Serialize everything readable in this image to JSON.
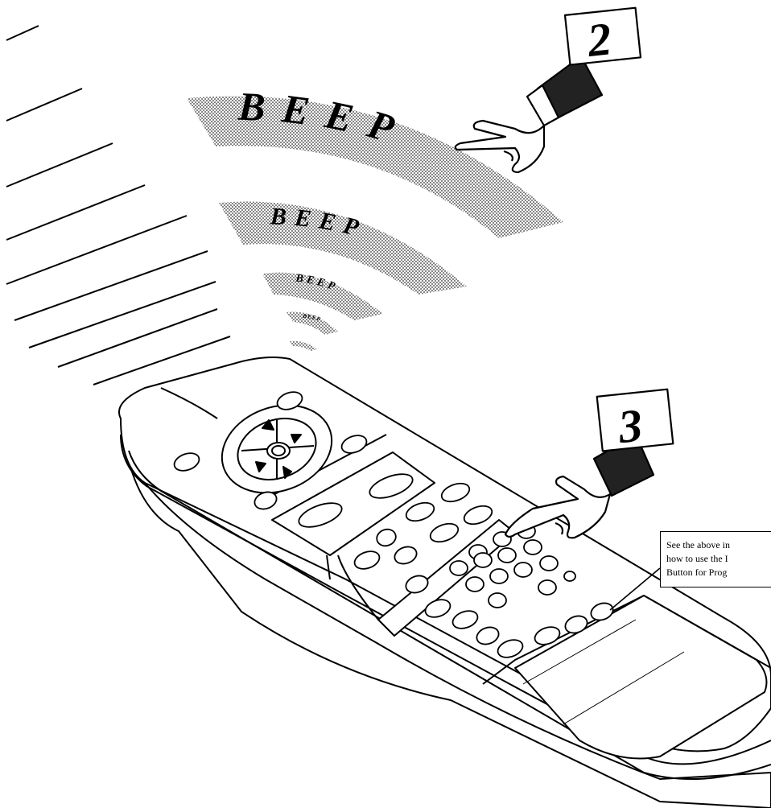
{
  "steps": [
    {
      "number": "2"
    },
    {
      "number": "3"
    }
  ],
  "beeps": [
    "BEEP",
    "BEEP",
    "BEEP",
    "BEEP"
  ],
  "callout": {
    "lines": [
      "See the above in",
      "how to use the I",
      "Button for Prog"
    ]
  },
  "colors": {
    "ink": "#000000",
    "paper": "#ffffff",
    "screen_tone": "#9a9a9a"
  }
}
